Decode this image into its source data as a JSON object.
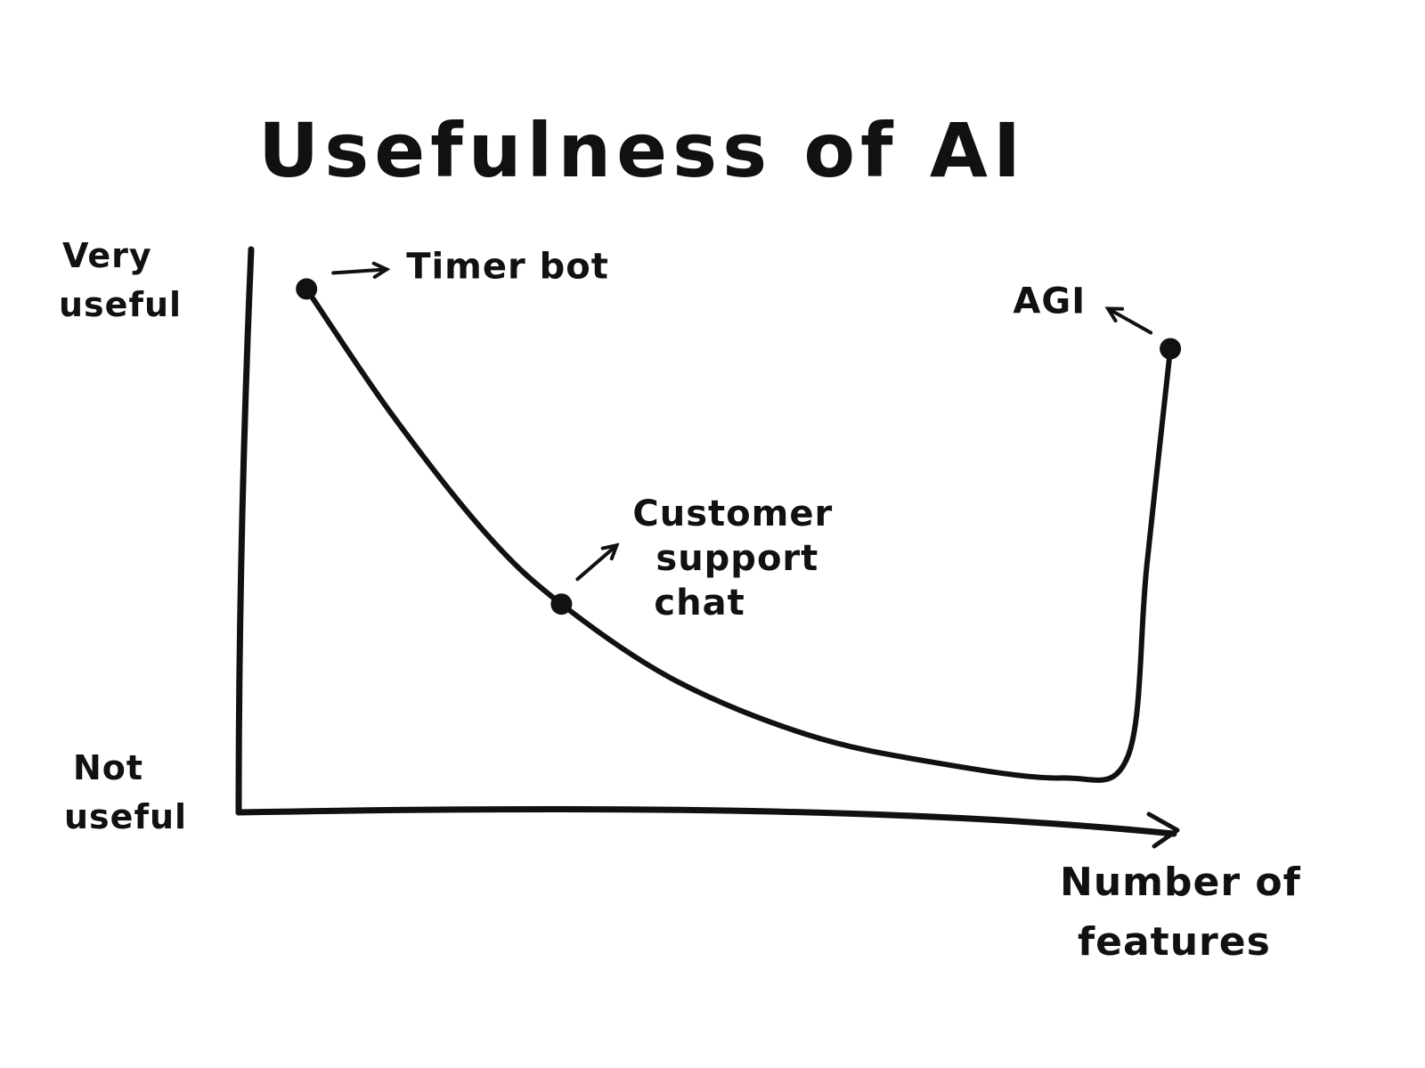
{
  "chart_data": {
    "type": "line",
    "title": "Usefulness of AI",
    "xlabel": "Number of features",
    "y_tick_labels": {
      "top": "Very useful",
      "bottom": "Not useful"
    },
    "grid": false,
    "ylim": [
      0,
      1
    ],
    "xlim": [
      0,
      1
    ],
    "series": [
      {
        "points": [
          {
            "x": 0.07,
            "y": 0.96
          },
          {
            "x": 0.16,
            "y": 0.73
          },
          {
            "x": 0.26,
            "y": 0.51
          },
          {
            "x": 0.34,
            "y": 0.38
          },
          {
            "x": 0.46,
            "y": 0.24
          },
          {
            "x": 0.6,
            "y": 0.14
          },
          {
            "x": 0.73,
            "y": 0.09
          },
          {
            "x": 0.87,
            "y": 0.06
          },
          {
            "x": 0.94,
            "y": 0.1
          },
          {
            "x": 0.96,
            "y": 0.45
          },
          {
            "x": 0.985,
            "y": 0.85
          }
        ]
      }
    ],
    "annotations": [
      {
        "label": "Timer bot",
        "x": 0.07,
        "y": 0.96
      },
      {
        "label": "Customer support chat",
        "lines": [
          "Customer",
          "support",
          "chat"
        ],
        "x": 0.34,
        "y": 0.38
      },
      {
        "label": "AGI",
        "x": 0.985,
        "y": 0.85
      }
    ]
  },
  "colors": {
    "ink": "#111111",
    "background": "#ffffff"
  }
}
